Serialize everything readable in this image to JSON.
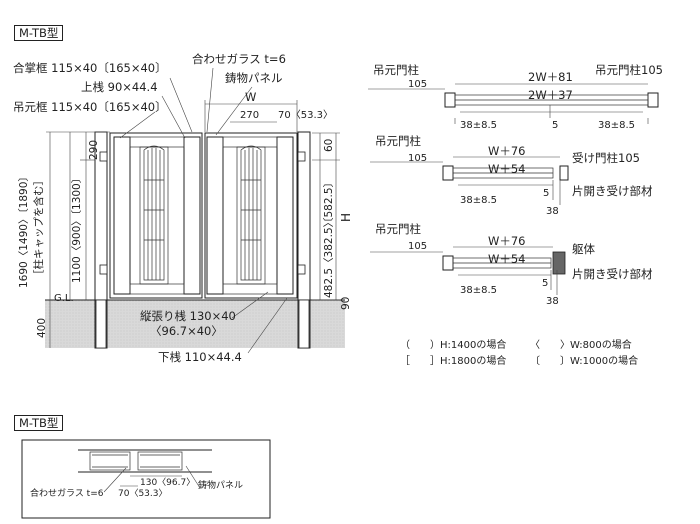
{
  "main": {
    "model_tag": "M-TB型",
    "labels": {
      "glass": "合わせガラス t=6",
      "gassho": "合掌框 115×40〔165×40〕",
      "casting": "鋳物パネル",
      "upper_rail": "上桟 90×44.4",
      "hinge_frame": "吊元框 115×40〔165×40〕",
      "w": "W",
      "d270": "270",
      "d70": "70〈53.3〉",
      "d290": "290",
      "d60": "60",
      "d582": "〔582.5〕",
      "d482": "482.5〈382.5〉",
      "H": "H",
      "total_height": "1690〈1490〉〔1890〕",
      "cap_note": "［柱キャップを含む］",
      "d1100": "1100〈900〉〔1300〕",
      "gl": "G.L.",
      "d400": "400",
      "d90": "90",
      "stile": "縦張り桟 130×40",
      "stile2": "〈96.7×40〉",
      "lower_rail": "下桟 110×44.4"
    }
  },
  "plans": {
    "p1": {
      "left": "吊元門柱",
      "right": "吊元門柱105",
      "d105": "105",
      "w1": "2W＋81",
      "w2": "2W＋37",
      "a": "38±8.5",
      "five": "5",
      "b": "38±8.5"
    },
    "p2": {
      "left": "吊元門柱",
      "d105": "105",
      "w1": "W＋76",
      "w2": "W＋54",
      "right": "受け門柱105",
      "a": "38±8.5",
      "five": "5",
      "d38": "38",
      "part": "片開き受け部材"
    },
    "p3": {
      "left": "吊元門柱",
      "d105": "105",
      "w1": "W＋76",
      "w2": "W＋54",
      "right": "躯体",
      "a": "38±8.5",
      "five": "5",
      "d38": "38",
      "part": "片開き受け部材"
    }
  },
  "legend": {
    "r1a": "（　　）H:1400の場合",
    "r1b": "〈　　〉W:800の場合",
    "r2a": "［　　］H:1800の場合",
    "r2b": "〔　　〕W:1000の場合"
  },
  "detail": {
    "tag": "M-TB型",
    "d130": "130〈96.7〉",
    "d70": "70〈53.3〉",
    "glass": "合わせガラス t=6",
    "casting": "鋳物パネル"
  }
}
